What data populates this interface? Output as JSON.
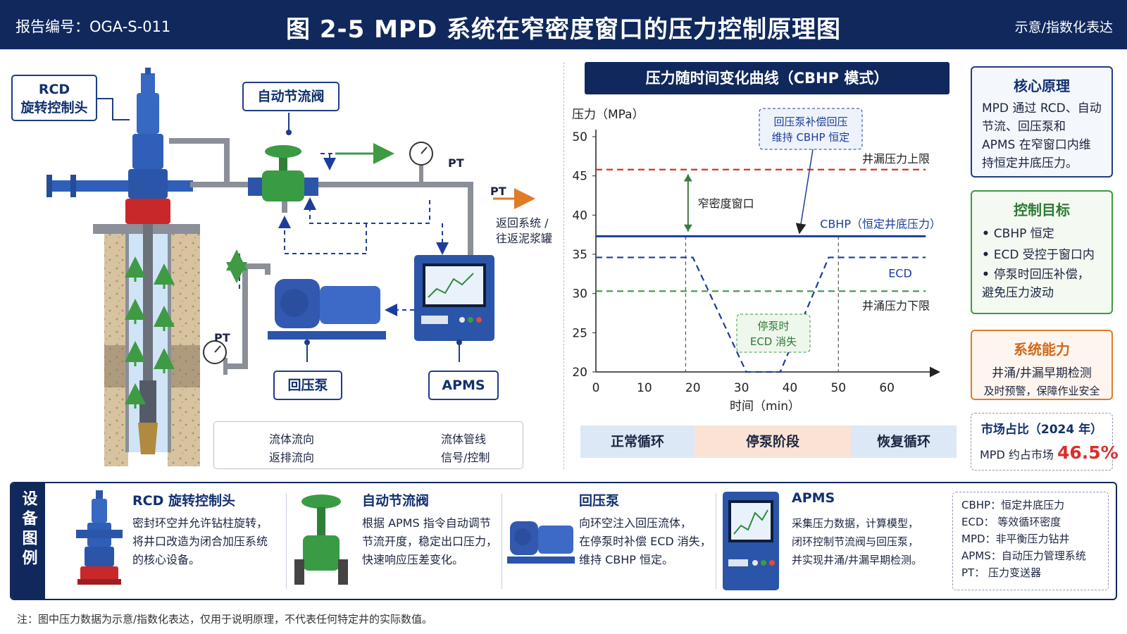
{
  "header": {
    "report_id": "报告编号：OGA-S-011",
    "title": "图 2-5  MPD 系统在窄密度窗口的压力控制原理图",
    "note": "示意/指数化表达"
  },
  "diagram": {
    "rcd_label": "RCD\n旋转控制头",
    "choke_label": "自动节流阀",
    "pump_label": "回压泵",
    "apms_label": "APMS",
    "pt": "PT",
    "return_text": "返回系统 /\n往返泥浆罐",
    "legend": {
      "fluid_flow": "流体流向",
      "return_flow": "返排流向",
      "fluid_line": "流体管线",
      "signal": "信号/控制"
    }
  },
  "chart": {
    "title": "压力随时间变化曲线（CBHP 模式）",
    "ylabel": "压力（MPa）",
    "xlabel": "时间（min）",
    "callout_compensate": "回压泵补偿回压\n维持 CBHP 恒定",
    "callout_stop": "停泵时\nECD 消失",
    "window_label": "窄密度窗口",
    "phases": [
      "正常循环",
      "停泵阶段",
      "恢复循环"
    ]
  },
  "chart_data": {
    "type": "line",
    "title": "压力随时间变化曲线（CBHP 模式）",
    "xlabel": "时间（min）",
    "ylabel": "压力（MPa）",
    "xlim": [
      0,
      70
    ],
    "ylim": [
      20,
      50
    ],
    "xticks": [
      0,
      10,
      20,
      30,
      40,
      50,
      60
    ],
    "yticks": [
      20,
      25,
      30,
      35,
      40,
      45,
      50
    ],
    "grid": false,
    "series": [
      {
        "name": "井漏压力上限",
        "style": "dashed",
        "color": "#d9302c",
        "x": [
          0,
          68
        ],
        "y": [
          45.8,
          45.8
        ]
      },
      {
        "name": "CBHP（恒定井底压力）",
        "style": "solid",
        "color": "#1d3d9c",
        "x": [
          0,
          68
        ],
        "y": [
          37.3,
          37.3
        ]
      },
      {
        "name": "ECD",
        "style": "dashed",
        "color": "#1d3d9c",
        "x": [
          0,
          19,
          20,
          31,
          34.5,
          38,
          48,
          50,
          68
        ],
        "y": [
          34.6,
          34.6,
          34.6,
          20,
          20,
          20,
          34.6,
          34.6,
          34.6
        ]
      },
      {
        "name": "井涌压力下限",
        "style": "dashed",
        "color": "#3e9a43",
        "x": [
          0,
          68
        ],
        "y": [
          30.3,
          30.3
        ]
      }
    ],
    "vlines": [
      18.5,
      50
    ]
  },
  "panels": {
    "core": {
      "title": "核心原理",
      "text": "MPD 通过 RCD、自动节流、回压泵和 APMS 在窄窗口内维持恒定井底压力。"
    },
    "goal": {
      "title": "控制目标",
      "items": [
        "CBHP 恒定",
        "ECD 受控于窗口内",
        "停泵时回压补偿，\n避免压力波动"
      ]
    },
    "capability": {
      "title": "系统能力",
      "line1": "井涌/井漏早期检测",
      "line2": "及时预警，保障作业安全"
    },
    "share": {
      "title": "市场占比（2024 年）",
      "text": "MPD 约占市场",
      "value": "46.5%"
    }
  },
  "equipment": {
    "tab": "设备图例",
    "cards": [
      {
        "title": "RCD 旋转控制头",
        "desc": "密封环空并允许钻柱旋转，\n将井口改造为闭合加压系统\n的核心设备。"
      },
      {
        "title": "自动节流阀",
        "desc": "根据 APMS 指令自动调节\n节流开度，稳定出口压力，\n快速响应压差变化。"
      },
      {
        "title": "回压泵",
        "desc": "向环空注入回压流体，\n在停泵时补偿 ECD 消失，\n维持 CBHP 恒定。"
      },
      {
        "title": "APMS",
        "desc": "采集压力数据，计算模型，\n闭环控制节流阀与回压泵，\n并实现井涌/井漏早期检测。"
      }
    ],
    "abbreviations": [
      "CBHP：恒定井底压力",
      "ECD：  等效循环密度",
      "MPD：非平衡压力钻井",
      "APMS：自动压力管理系统",
      "PT：   压力变送器"
    ]
  },
  "footnote": "注：图中压力数据为示意/指数化表达，仅用于说明原理，不代表任何特定井的实际数值。",
  "colors": {
    "navy": "#10285c",
    "red": "#d9302c",
    "green": "#3e9a43",
    "orange": "#e07b28",
    "blue": "#1d3d9c"
  }
}
